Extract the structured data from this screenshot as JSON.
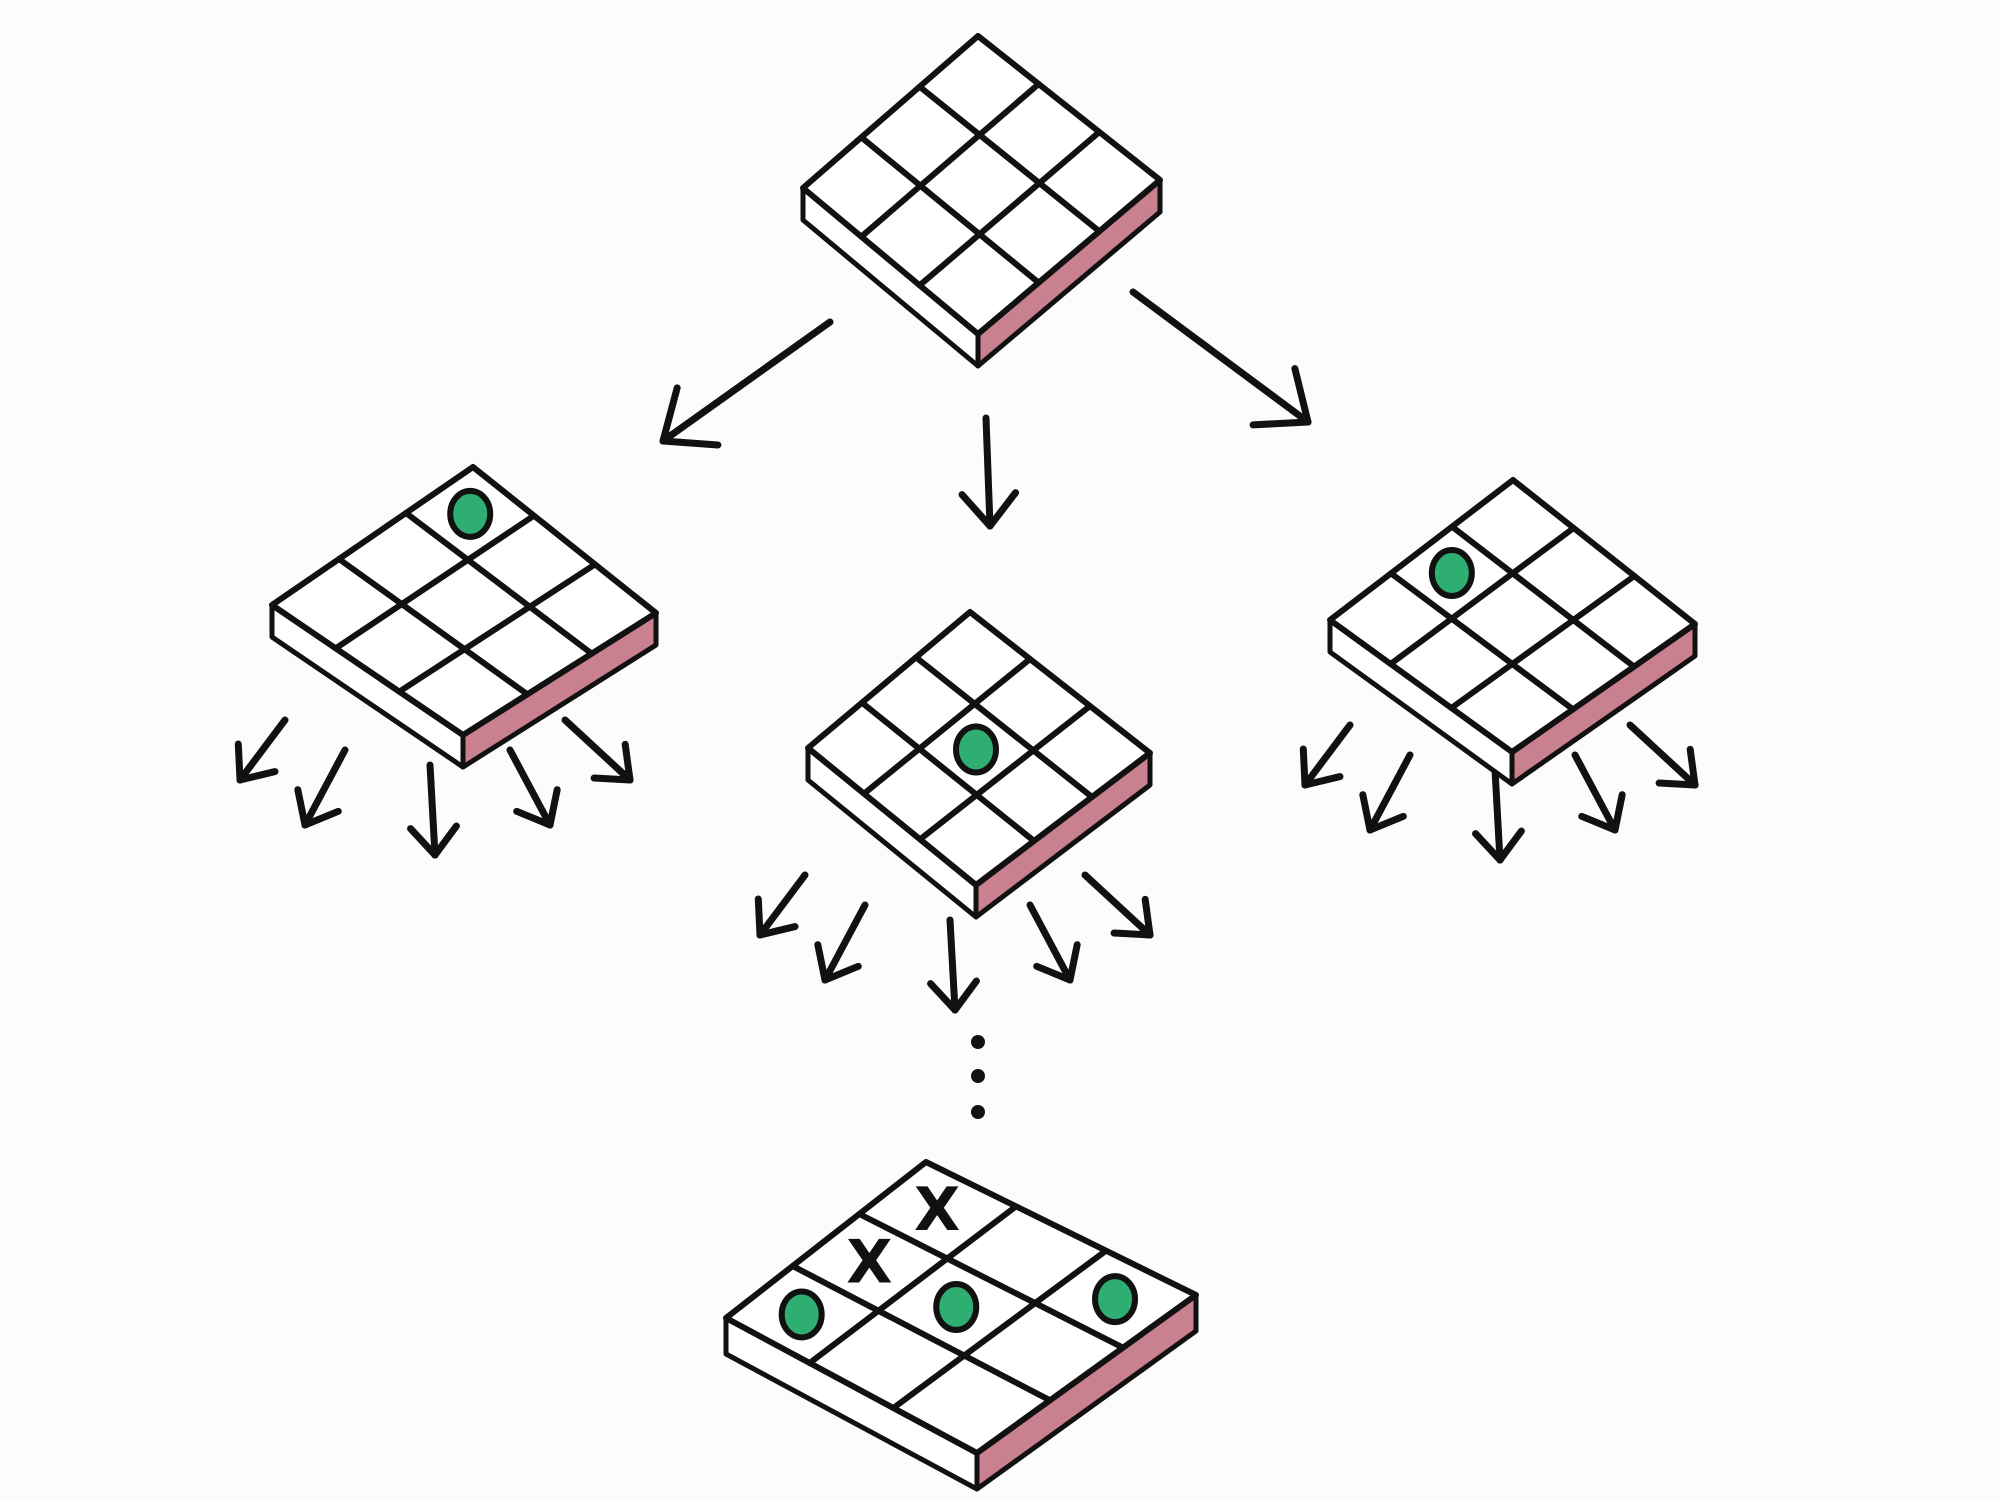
{
  "diagram": {
    "board_fill": "#ffffff",
    "side_fill": "#c9808f",
    "ink": "#111111",
    "o_marker_fill": "#2fae72",
    "x_marker_glyph": "X",
    "continuation": "more-moves-dots"
  },
  "boards": [
    {
      "id": "root-board",
      "cells": [
        [
          "",
          "",
          ""
        ],
        [
          "",
          "",
          ""
        ],
        [
          "",
          "",
          ""
        ]
      ]
    },
    {
      "id": "left-board",
      "cells": [
        [
          "O",
          "",
          ""
        ],
        [
          "",
          "",
          ""
        ],
        [
          "",
          "",
          ""
        ]
      ]
    },
    {
      "id": "center-board",
      "cells": [
        [
          "",
          "",
          ""
        ],
        [
          "",
          "O",
          ""
        ],
        [
          "",
          "",
          ""
        ]
      ]
    },
    {
      "id": "right-board",
      "cells": [
        [
          "",
          "",
          ""
        ],
        [
          "O",
          "",
          ""
        ],
        [
          "",
          "",
          ""
        ]
      ]
    },
    {
      "id": "final-board",
      "cells": [
        [
          "X",
          "",
          "O"
        ],
        [
          "X",
          "O",
          ""
        ],
        [
          "O",
          "",
          ""
        ]
      ]
    }
  ],
  "children_arrow_counts": {
    "root-board": 3,
    "left-board": 5,
    "center-board": 5,
    "right-board": 5
  }
}
